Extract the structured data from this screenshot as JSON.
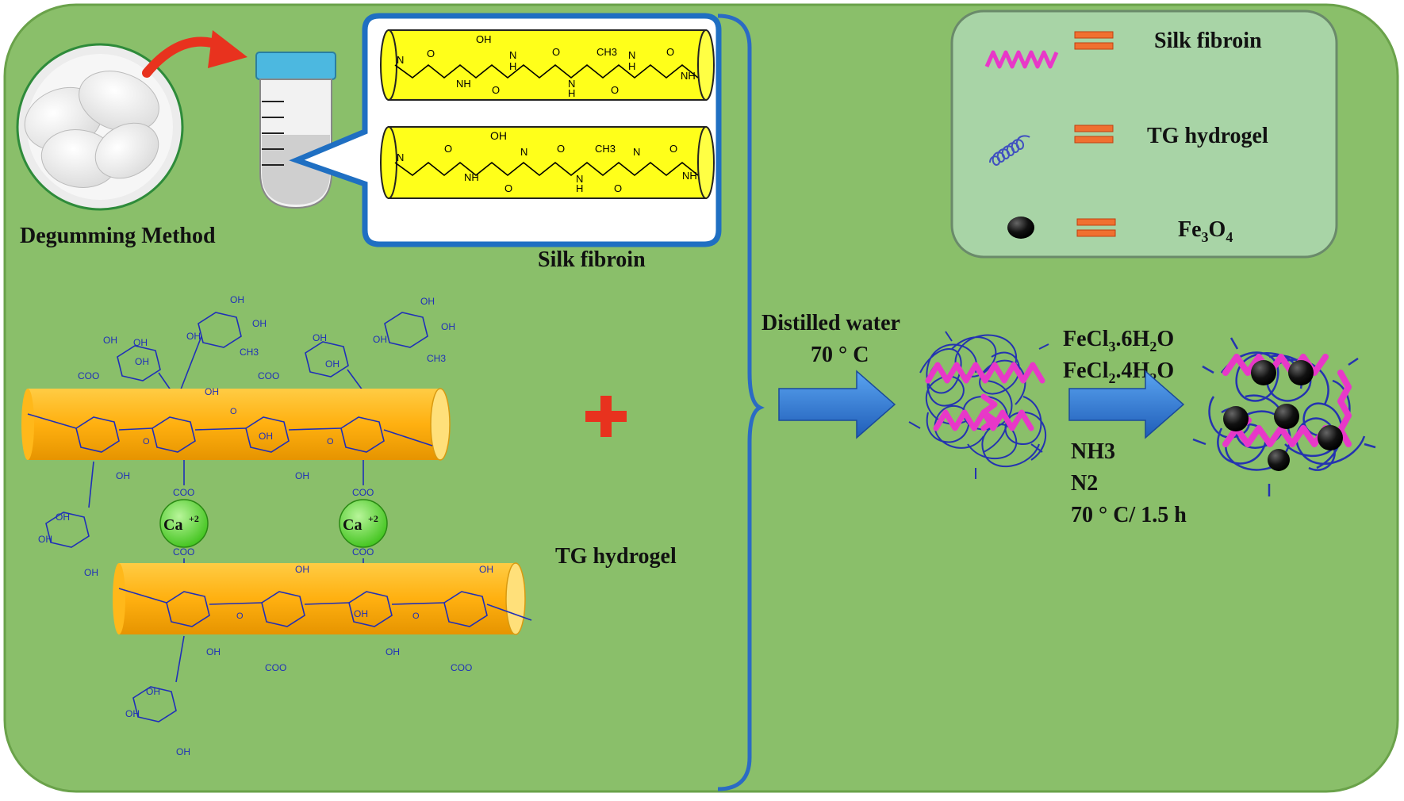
{
  "labels": {
    "degumming": "Degumming Method",
    "silk_fibroin": "Silk fibroin",
    "tg_hydrogel": "TG hydrogel",
    "distilled_water": "Distilled water",
    "temp1": "70 ° C",
    "nh3": "NH3",
    "n2": "N2",
    "cond": "70 ° C/ 1.5 h"
  },
  "reagents": [
    {
      "base": "FeCl",
      "sub": "3",
      "rest": ".6H",
      "sub2": "2",
      "end": "O"
    },
    {
      "base": "FeCl",
      "sub": "2",
      "rest": ".4H",
      "sub2": "2",
      "end": "O"
    }
  ],
  "legend": {
    "items": [
      {
        "text": "Silk fibroin",
        "icon": "pink-coil-icon"
      },
      {
        "text": "TG hydrogel",
        "icon": "blue-coil-icon"
      },
      {
        "text": "Fe",
        "sub": "3",
        "mid": "O",
        "sub2": "4",
        "icon": "black-dot-icon"
      }
    ]
  },
  "ions": {
    "ca": "Ca",
    "charge": "+2"
  },
  "peptide_labels": {
    "oh": "OH",
    "ch3": "CH3",
    "nh": "NH",
    "n": "N",
    "h": "H",
    "o": "O"
  },
  "sugar_labels": {
    "coo": "COO",
    "oh": "OH",
    "ch3": "CH3",
    "o": "O"
  },
  "colors": {
    "background": "#8abf6a",
    "yellow_cylinder": "#ffff1a",
    "orange_cylinder": "#ffb81a",
    "ca_ion": "#5ddc3a",
    "legend_box": "#a8d4a6",
    "arrow": "#2f6fcc",
    "red_arrow": "#e8321e",
    "brace": "#2b6bc4",
    "pink": "#e838c8",
    "blue": "#2433b0"
  }
}
